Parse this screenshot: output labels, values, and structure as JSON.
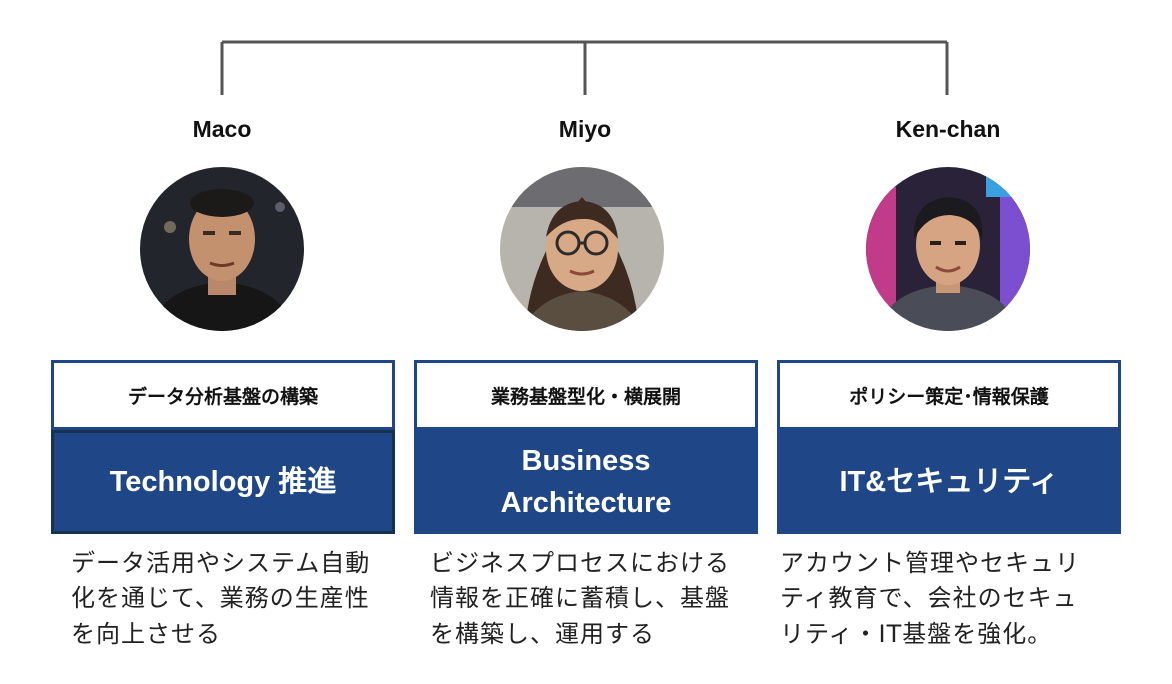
{
  "members": [
    {
      "name": "Maco",
      "photo_icon": "portrait-man-dark-jacket",
      "role": "データ分析基盤の構築",
      "focus": "Technology 推進",
      "description": "データ活用やシステム自動化を通じて、業務の生産性を向上させる"
    },
    {
      "name": "Miyo",
      "photo_icon": "portrait-woman-glasses",
      "role": "業務基盤型化・横展開",
      "focus": "Business\nArchitecture",
      "description": "ビジネスプロセスにおける情報を正確に蓄積し、基盤を構築し、運用する"
    },
    {
      "name": "Ken-chan",
      "photo_icon": "portrait-man-neon-background",
      "role": "ポリシー策定･情報保護",
      "focus": "IT&セキュリティ",
      "description": "アカウント管理やセキュリティ教育で、会社のセキュリティ・IT基盤を強化。"
    }
  ],
  "colors": {
    "card_blue": "#1f4788",
    "connector_gray": "#555555"
  }
}
